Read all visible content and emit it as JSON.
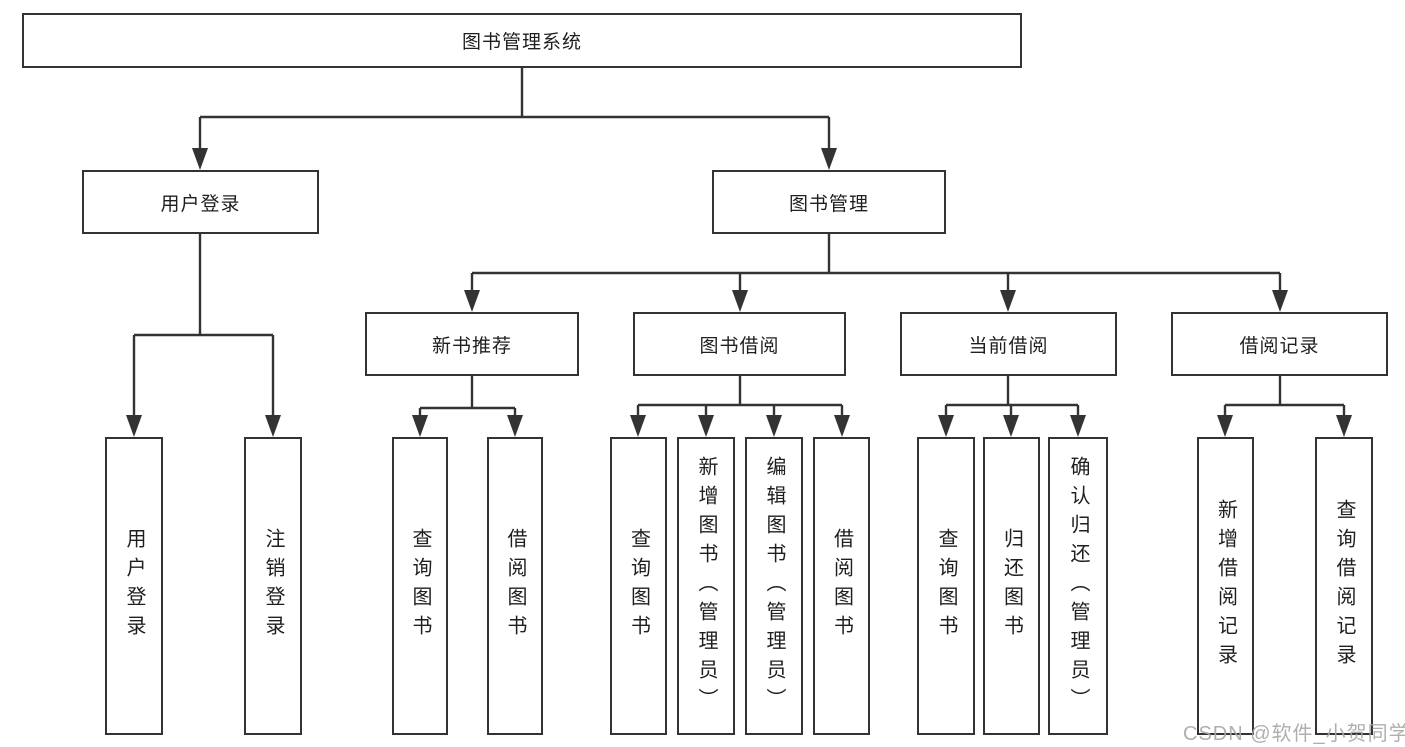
{
  "watermark": "CSDN @软件_小贺同学",
  "colors": {
    "line": "#333333",
    "border": "#333333",
    "text": "#1f1f1f",
    "watermark": "#a8a8a8",
    "background": "#ffffff"
  },
  "nodes": {
    "root": {
      "label": "图书管理系统"
    },
    "userLogin": {
      "label": "用户登录"
    },
    "bookMgmt": {
      "label": "图书管理"
    },
    "newBookRec": {
      "label": "新书推荐"
    },
    "bookBorrow": {
      "label": "图书借阅"
    },
    "currentBorrow": {
      "label": "当前借阅"
    },
    "borrowRecord": {
      "label": "借阅记录"
    },
    "leafUserLogin": {
      "label": "用户登录"
    },
    "leafLogout": {
      "label": "注销登录"
    },
    "leafRecQueryBook": {
      "label": "查询图书"
    },
    "leafRecBorrowBook": {
      "label": "借阅图书"
    },
    "leafBorQueryBook": {
      "label": "查询图书"
    },
    "leafBorAddBook": {
      "label": "新增图书（管理员）"
    },
    "leafBorEditBook": {
      "label": "编辑图书（管理员）"
    },
    "leafBorBorrowBook": {
      "label": "借阅图书"
    },
    "leafCurQueryBook": {
      "label": "查询图书"
    },
    "leafCurReturnBook": {
      "label": "归还图书"
    },
    "leafCurConfirm": {
      "label": "确认归还（管理员）"
    },
    "leafHisAddRecord": {
      "label": "新增借阅记录"
    },
    "leafHisQueryRecord": {
      "label": "查询借阅记录"
    }
  }
}
